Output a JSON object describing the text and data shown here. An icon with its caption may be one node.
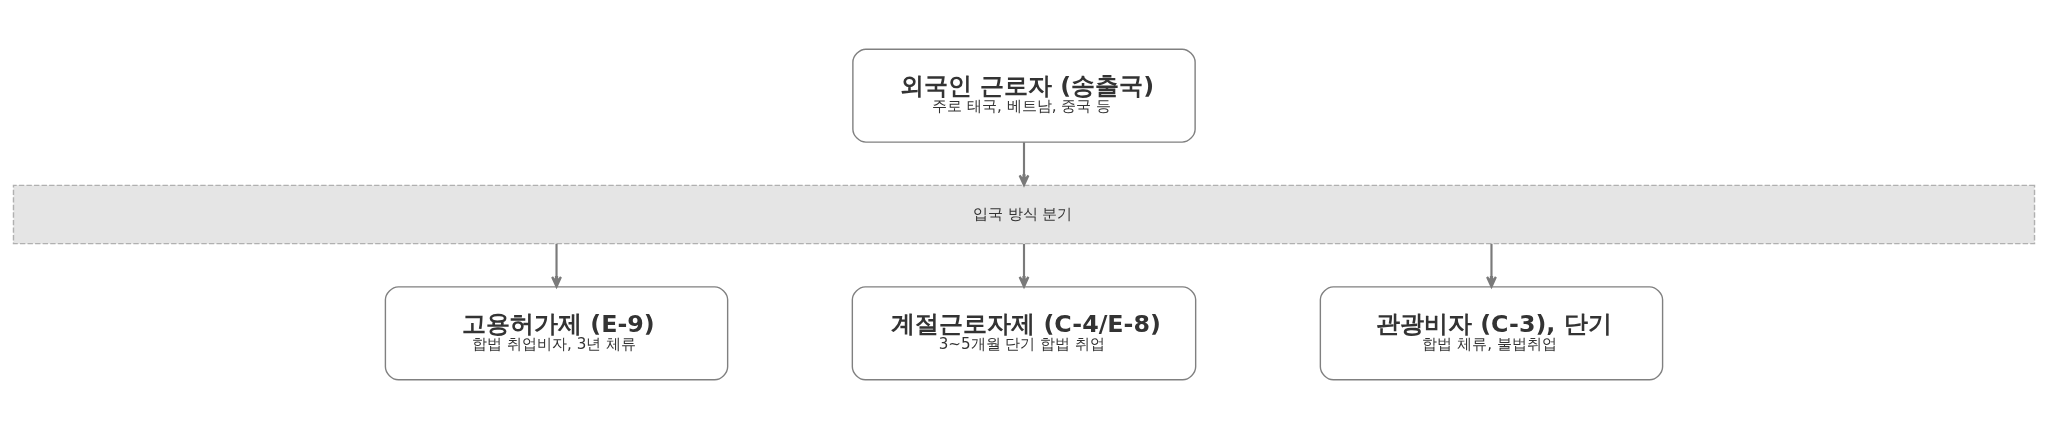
{
  "diagram": {
    "nodes": [
      {
        "text": [
          "외국인 근로자 (송출국)",
          "주로 태국, 베트남, 중국 등"
        ]
      },
      {
        "text": [
          "입국 방식 분기"
        ]
      },
      {
        "text": [
          "고용허가제 (E-9)",
          "합법 취업비자, 3년 체류"
        ]
      },
      {
        "text": [
          "계절근로자제 (C-4/E-8)",
          "3~5개월 단기 합법 취업"
        ]
      },
      {
        "text": [
          "관광비자 (C-3), 단기",
          "합법 체류, 불법취업"
        ]
      }
    ],
    "edges": [
      {
        "from": 0,
        "to": 1,
        "arrow": "to"
      },
      {
        "from": 1,
        "to": 2,
        "arrow": "to"
      },
      {
        "from": 1,
        "to": 3,
        "arrow": "to"
      },
      {
        "from": 1,
        "to": 4,
        "arrow": "to"
      }
    ]
  }
}
